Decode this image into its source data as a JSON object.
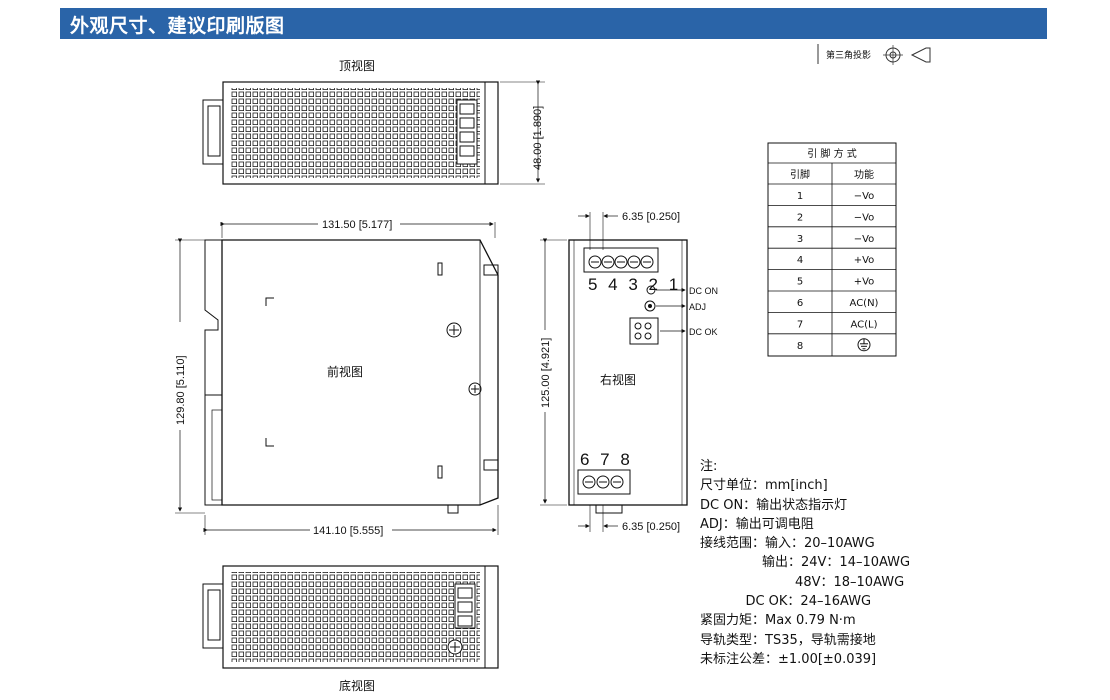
{
  "header": {
    "title": "外观尺寸、建议印刷版图"
  },
  "projection": {
    "label": "第三角投影"
  },
  "views": {
    "top": "顶视图",
    "front": "前视图",
    "right": "右视图",
    "bottom": "底视图"
  },
  "dimensions": {
    "top_height": "48.00 [1.890]",
    "front_width": "131.50 [5.177]",
    "front_height": "129.80 [5.110]",
    "front_depth": "141.10 [5.555]",
    "right_height": "125.00 [4.921]",
    "pitch_top": "6.35 [0.250]",
    "pitch_bottom": "6.35 [0.250]"
  },
  "terminals": {
    "top_numbers": "5 4 3 2 1",
    "bottom_numbers": "6 7 8"
  },
  "callouts": {
    "dc_on": "DC ON",
    "adj": "ADJ",
    "dc_ok": "DC OK"
  },
  "pin_table": {
    "title": "引 脚 方 式",
    "headers": [
      "引脚",
      "功能"
    ],
    "rows": [
      [
        "1",
        "−Vo"
      ],
      [
        "2",
        "−Vo"
      ],
      [
        "3",
        "−Vo"
      ],
      [
        "4",
        "+Vo"
      ],
      [
        "5",
        "+Vo"
      ],
      [
        "6",
        "AC(N)"
      ],
      [
        "7",
        "AC(L)"
      ],
      [
        "8",
        ""
      ]
    ]
  },
  "notes": [
    "注:",
    "尺寸单位：mm[inch]",
    "DC ON：输出状态指示灯",
    "ADJ：输出可调电阻",
    "接线范围：输入：20–10AWG",
    "               输出：24V：14–10AWG",
    "                       48V：18–10AWG",
    "           DC OK：24–16AWG",
    "紧固力矩：Max 0.79 N·m",
    "导轨类型：TS35，导轨需接地",
    "未标注公差：±1.00[±0.039]"
  ]
}
